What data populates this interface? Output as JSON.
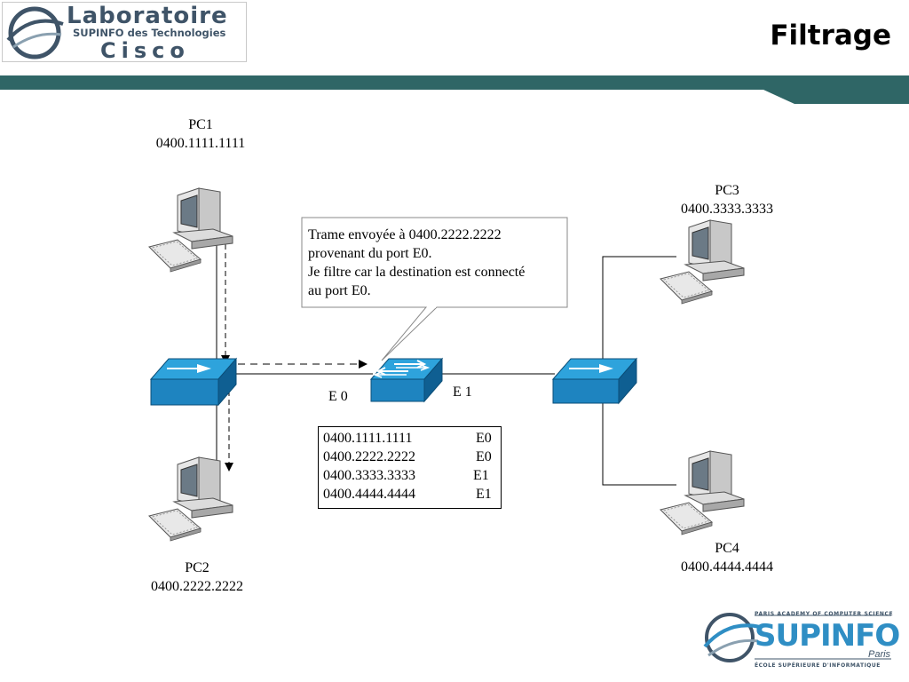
{
  "header": {
    "logo_line1": "Laboratoire",
    "logo_line2": "SUPINFO des Technologies",
    "logo_line3": "Cisco",
    "title": "Filtrage"
  },
  "devices": {
    "pc1": {
      "name": "PC1",
      "mac": "0400.1111.1111"
    },
    "pc2": {
      "name": "PC2",
      "mac": "0400.2222.2222"
    },
    "pc3": {
      "name": "PC3",
      "mac": "0400.3333.3333"
    },
    "pc4": {
      "name": "PC4",
      "mac": "0400.4444.4444"
    }
  },
  "ports": {
    "e0": "E 0",
    "e1": "E 1"
  },
  "callout": {
    "line1": "Trame envoyée à 0400.2222.2222",
    "line2": "provenant du port E0.",
    "line3": "Je filtre car la destination est connecté",
    "line4": "au port E0."
  },
  "mac_table": [
    {
      "mac": "0400.1111.1111",
      "port": "E0"
    },
    {
      "mac": "0400.2222.2222",
      "port": "E0"
    },
    {
      "mac": "0400.3333.3333",
      "port": "E1"
    },
    {
      "mac": "0400.4444.4444",
      "port": "E1"
    }
  ],
  "footer": {
    "top_line": "PARIS ACADEMY OF COMPUTER SCIENCE",
    "brand": "SUPINFO",
    "city": "Paris",
    "bottom_line": "ÉCOLE SUPÉRIEURE D'INFORMATIQUE"
  },
  "colors": {
    "band": "#2f6666",
    "switch_top": "#2ea3dc",
    "switch_front": "#1e84c0",
    "switch_side": "#0f5f92",
    "brand_blue": "#2f8ec4",
    "brand_gray": "#3f5468"
  }
}
